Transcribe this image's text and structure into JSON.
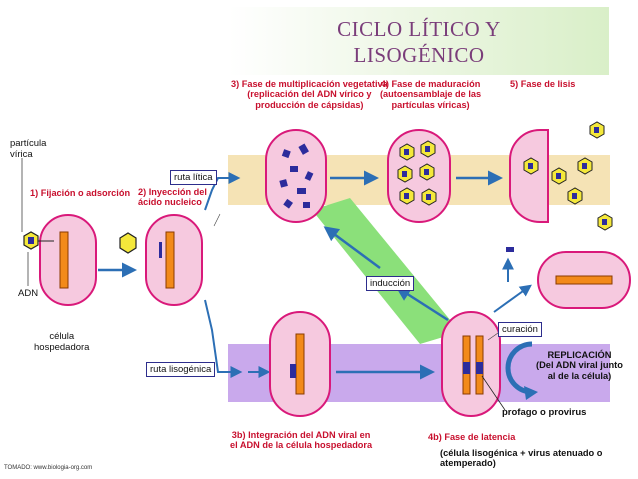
{
  "title": {
    "line1": "CICLO  LÍTICO Y",
    "line2": "LISOGÉNICO"
  },
  "labels": {
    "particula": "partícula\nvírica",
    "fijacion": "1) Fijación o adsorción",
    "inyeccion": "2) Inyección del\nácido nucleico",
    "ruta_litica": "ruta lítica",
    "ruta_lisogenica": "ruta lisogénica",
    "adn": "ADN",
    "celula": "célula\nhospedadora",
    "fase3": "3) Fase de multiplicación vegetativa\n(replicación del ADN vírico y\nproducción de cápsidas)",
    "fase4": "4) Fase de maduración\n(autoensamblaje de las\npartículas víricas)",
    "fase5": "5) Fase de lisis",
    "induccion": "inducción",
    "curacion": "curación",
    "replicacion": "REPLICACIÓN\n(Del ADN viral junto\nal de la célula)",
    "profago": "profago o provirus",
    "fase3b": "3b) Integración del ADN viral en\nel ADN de la célula hospedadora",
    "fase4b": "4b) Fase de latencia",
    "lisogenica_note": "(célula lisogénica + virus atenuado o atemperado)"
  },
  "credit": "TOMADO: www.biologia-org.com",
  "colors": {
    "cell_fill": "#f6c9df",
    "cell_border": "#d9197a",
    "dna_orange": "#f28a1a",
    "virus_yellow": "#f4e83b",
    "lytic_band": "#f5e3b5",
    "lysogenic_band": "#c4a3e8",
    "induction_band": "#8be07a",
    "arrow_blue": "#2c6fb5",
    "label_red": "#c8102e",
    "title_purple": "#7a3d7a"
  }
}
